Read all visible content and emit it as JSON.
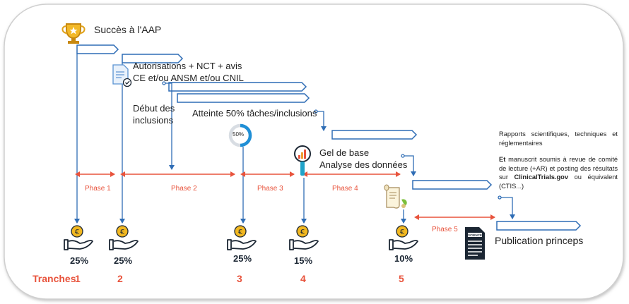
{
  "colors": {
    "blue": "#2f6db5",
    "orange": "#e8533c",
    "dark": "#1b2633"
  },
  "milestones": {
    "m1": "Succès à l'AAP",
    "m2_line1": "Autorisations + NCT + avis",
    "m2_line2": "CE et/ou ANSM et/ou CNIL",
    "m3_line1": "Début des",
    "m3_line2": "inclusions",
    "m4": "Atteinte 50% tâches/inclusions",
    "m4_gauge": "50%",
    "m5_line1": "Gel de base",
    "m5_line2": "Analyse des données",
    "m6_line1": "Rapports scientifiques, techniques et réglementaires",
    "m6_bold_start": "Et",
    "m6_line2_rest": " manuscrit soumis à revue de comité de lecture (+AR) et posting des résultats sur ",
    "m6_bold_site": "ClinicalTrials.gov",
    "m6_line2_end": " ou équivalent (CTIS...)",
    "publication": "Publication princeps",
    "science_label": "SCIENCE"
  },
  "phases": [
    "Phase 1",
    "Phase 2",
    "Phase 3",
    "Phase 4",
    "Phase 5"
  ],
  "payments": [
    "25%",
    "25%",
    "25%",
    "15%",
    "10%"
  ],
  "tranches": {
    "label": "Tranches",
    "numbers": [
      "1",
      "2",
      "3",
      "4",
      "5"
    ]
  },
  "icons": [
    "trophy-icon",
    "document-check-icon",
    "gauge-icon",
    "magnifier-chart-icon",
    "scroll-quill-icon",
    "euro-hand-icon",
    "science-doc-icon"
  ]
}
